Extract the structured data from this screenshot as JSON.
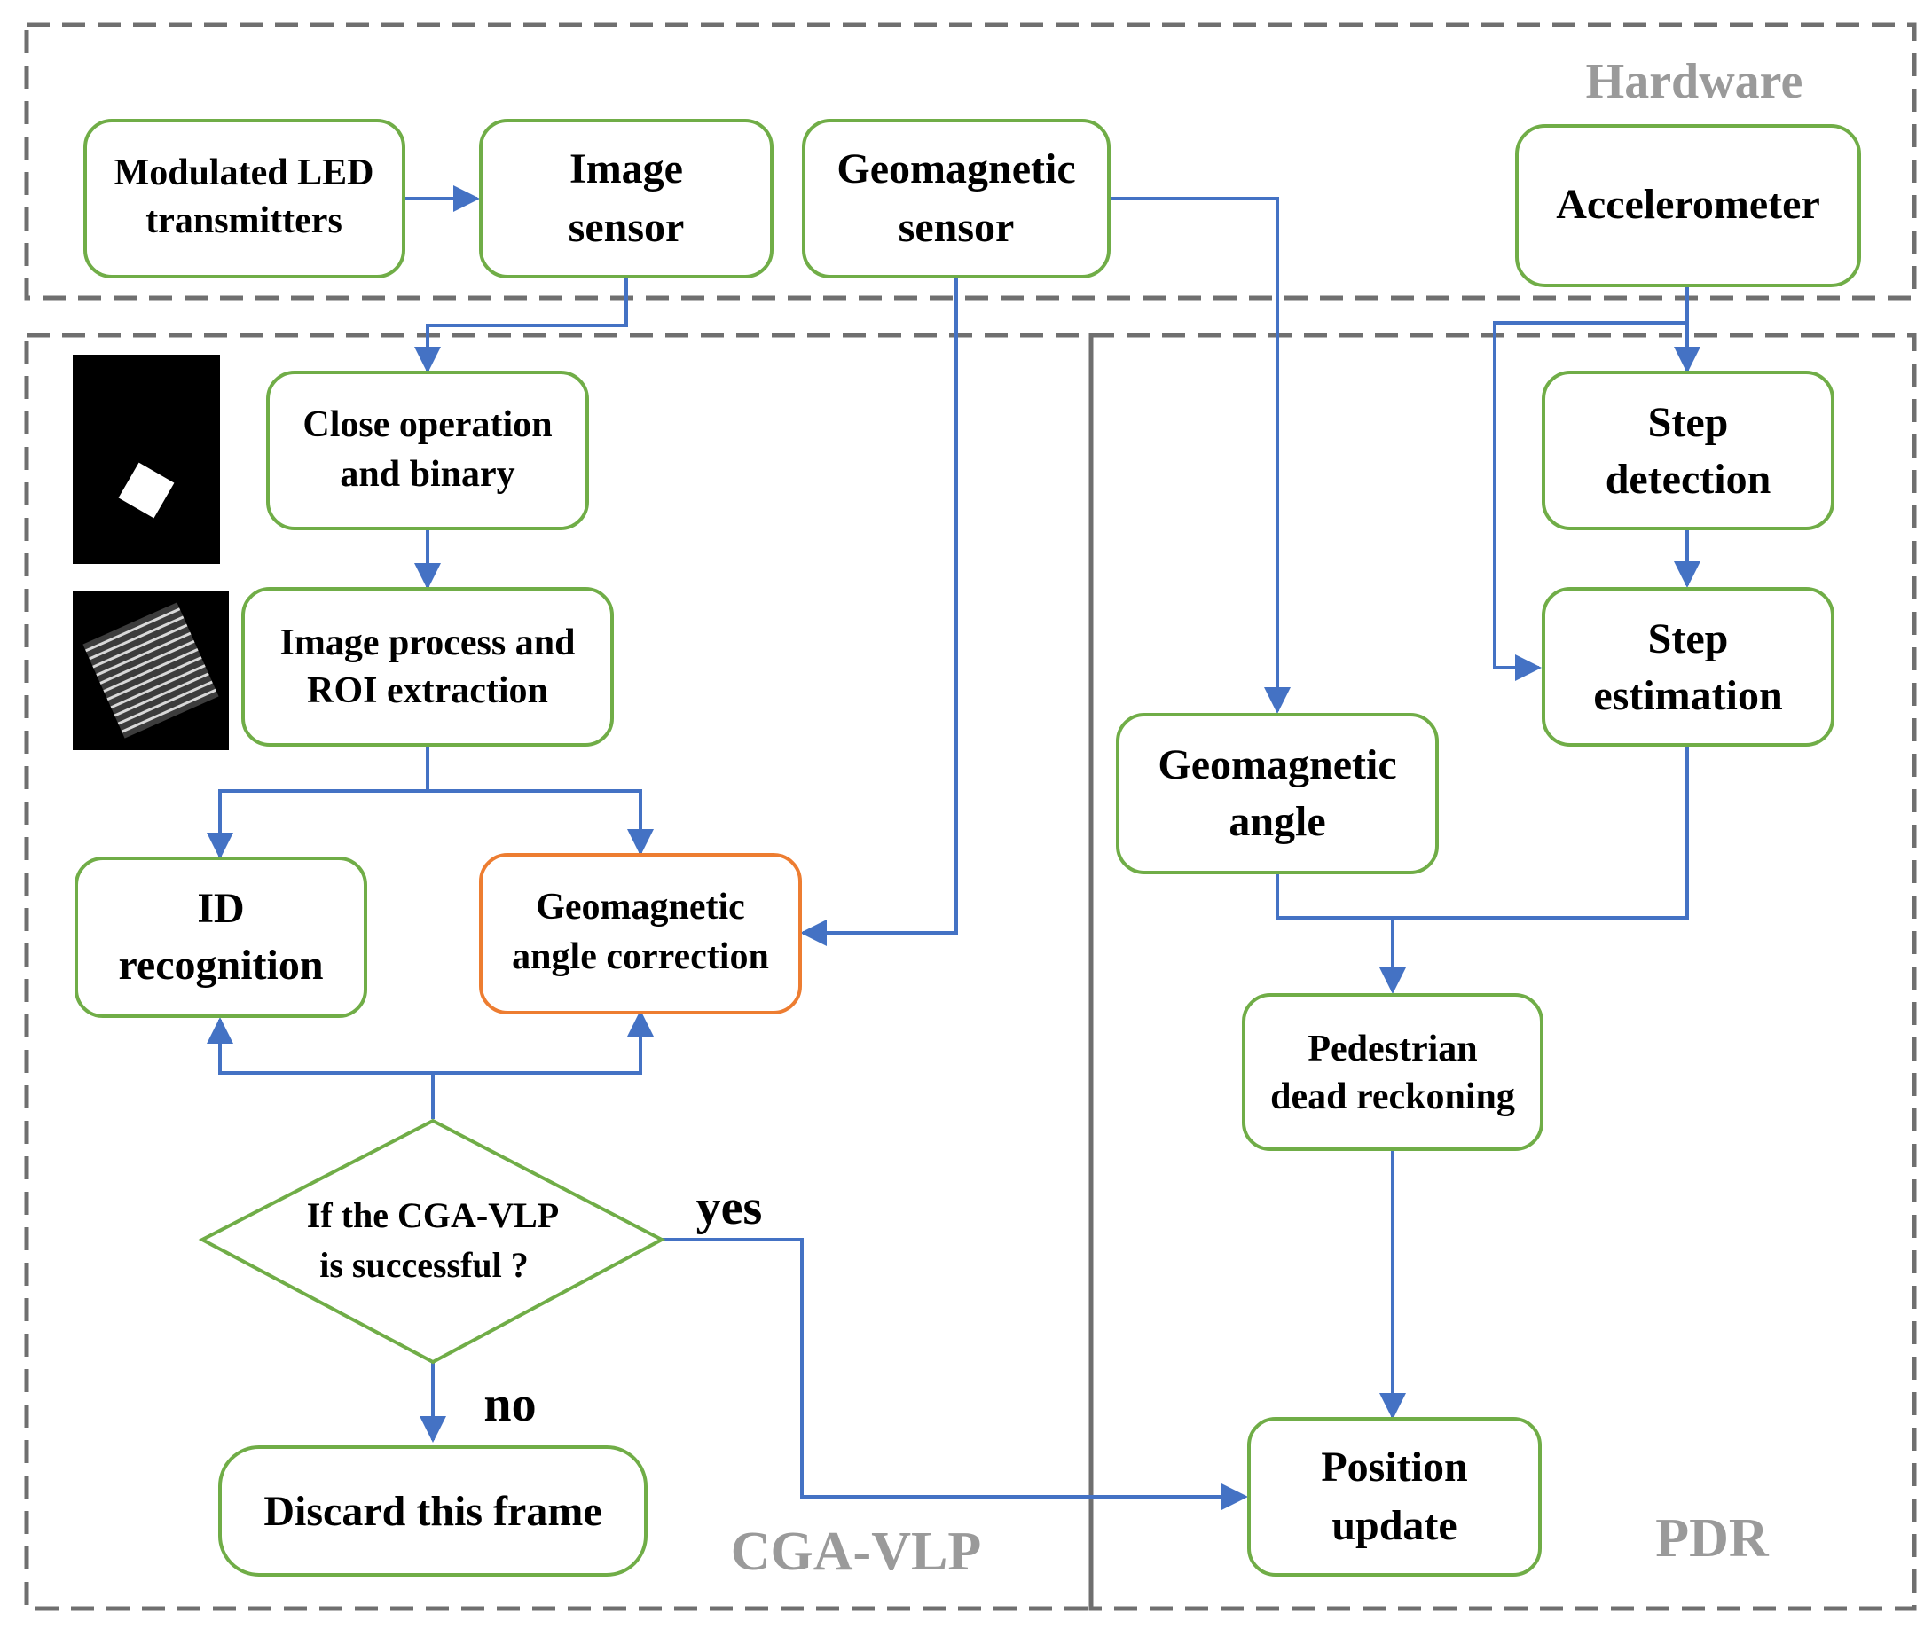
{
  "colors": {
    "box_border": "#70ad47",
    "highlight_border": "#ed7d31",
    "arrow": "#4472c4",
    "region_border": "#6f6f6f",
    "region_label": "#9a9a9a"
  },
  "regions": {
    "hardware": "Hardware",
    "cga_vlp": "CGA-VLP",
    "pdr": "PDR"
  },
  "nodes": {
    "led": [
      "Modulated LED",
      "transmitters"
    ],
    "image_sensor": [
      "Image",
      "sensor"
    ],
    "geo_sensor": [
      "Geomagnetic",
      "sensor"
    ],
    "accelerometer": [
      "Accelerometer"
    ],
    "close_op": [
      "Close operation",
      "and binary"
    ],
    "image_process": [
      "Image process and",
      "ROI extraction"
    ],
    "id_recognition": [
      "ID",
      "recognition"
    ],
    "geo_correction": [
      "Geomagnetic",
      "angle correction"
    ],
    "decision": [
      "If the CGA-VLP",
      "is successful ?"
    ],
    "discard": [
      "Discard this frame"
    ],
    "step_detection": [
      "Step",
      "detection"
    ],
    "step_estimation": [
      "Step",
      "estimation"
    ],
    "geo_angle": [
      "Geomagnetic",
      "angle"
    ],
    "pdr_node": [
      "Pedestrian",
      "dead reckoning"
    ],
    "position_update": [
      "Position",
      "update"
    ]
  },
  "edge_labels": {
    "yes": "yes",
    "no": "no"
  },
  "thumbnails": {
    "binary": "binary-image-thumbnail",
    "roi": "roi-stripes-thumbnail"
  }
}
